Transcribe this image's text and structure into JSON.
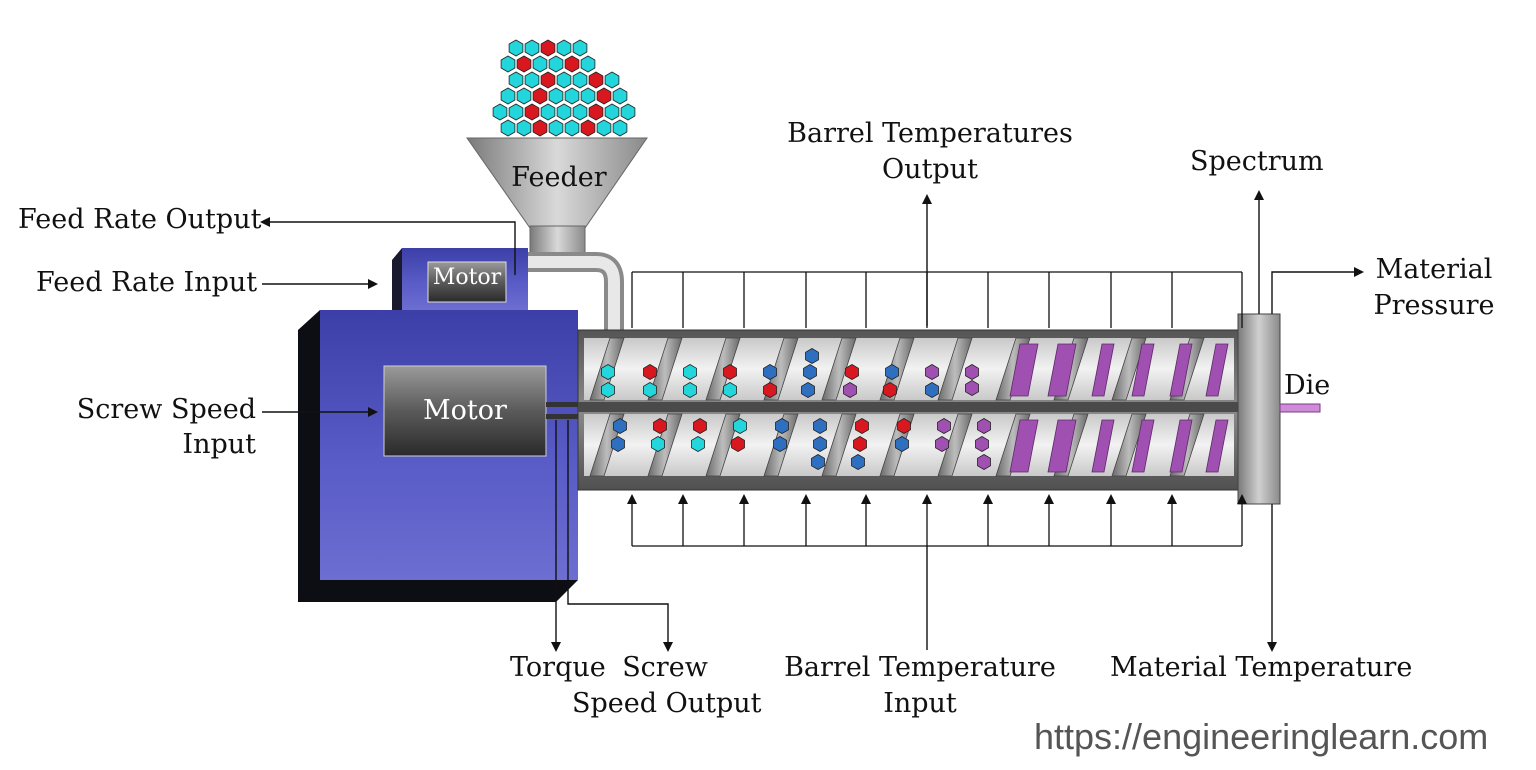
{
  "labels": {
    "feeder": "Feeder",
    "small_motor": "Motor",
    "main_motor": "Motor",
    "feed_rate_output": "Feed Rate Output",
    "feed_rate_input": "Feed Rate Input",
    "screw_speed_input_1": "Screw Speed",
    "screw_speed_input_2": "Input",
    "barrel_temp_output_1": "Barrel Temperatures",
    "barrel_temp_output_2": "Output",
    "spectrum": "Spectrum",
    "material_pressure_1": "Material",
    "material_pressure_2": "Pressure",
    "die": "Die",
    "torque": "Torque",
    "screw_speed_output_1": "Screw",
    "screw_speed_output_2": "Speed Output",
    "barrel_temp_input_1": "Barrel Temperature",
    "barrel_temp_input_2": "Input",
    "material_temperature": "Material Temperature"
  },
  "watermark": "https://engineeringlearn.com",
  "colors": {
    "motor_blue": "#4a4db8",
    "pellet_cyan": "#22d6dc",
    "pellet_red": "#d8181e",
    "pellet_blue": "#2f6fc0",
    "pellet_purple": "#a050b0",
    "barrel_gray": "#808080"
  },
  "icons": [
    "arrow-right-icon",
    "arrow-left-icon",
    "arrow-up-icon",
    "arrow-down-icon"
  ]
}
